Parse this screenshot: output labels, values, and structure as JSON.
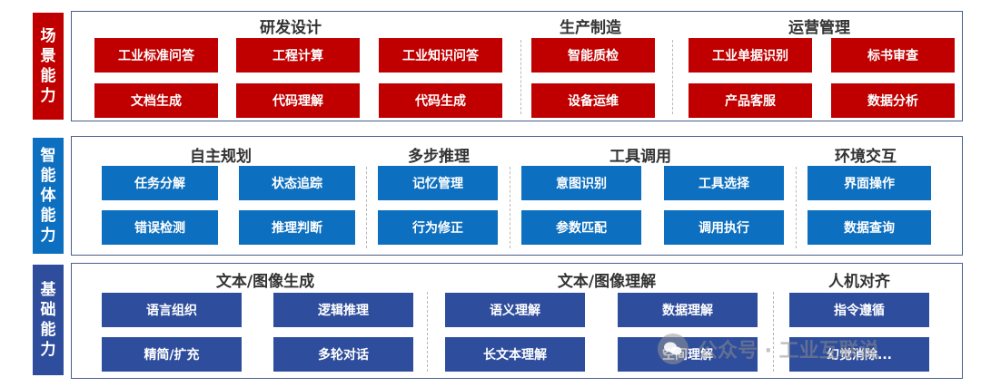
{
  "rows": [
    {
      "side_label": [
        "场",
        "景",
        "能",
        "力"
      ],
      "sections": [
        {
          "title": "研发设计",
          "buttons": [
            "工业标准问答",
            "工程计算",
            "工业知识问答",
            "文档生成",
            "代码理解",
            "代码生成"
          ]
        },
        {
          "title": "生产制造",
          "buttons": [
            "智能质检",
            "设备运维"
          ]
        },
        {
          "title": "运营管理",
          "buttons": [
            "工业单据识别",
            "标书审查",
            "产品客服",
            "数据分析"
          ]
        }
      ]
    },
    {
      "side_label": [
        "智",
        "能",
        "体",
        "能",
        "力"
      ],
      "sections": [
        {
          "title": "自主规划",
          "buttons": [
            "任务分解",
            "状态追踪",
            "错误检测",
            "推理判断"
          ]
        },
        {
          "title": "多步推理",
          "buttons": [
            "记忆管理",
            "行为修正"
          ]
        },
        {
          "title": "工具调用",
          "buttons": [
            "意图识别",
            "工具选择",
            "参数匹配",
            "调用执行"
          ]
        },
        {
          "title": "环境交互",
          "buttons": [
            "界面操作",
            "数据查询"
          ]
        }
      ]
    },
    {
      "side_label": [
        "基",
        "础",
        "能",
        "力"
      ],
      "sections": [
        {
          "title": "文本/图像生成",
          "buttons": [
            "语言组织",
            "逻辑推理",
            "精简/扩充",
            "多轮对话"
          ]
        },
        {
          "title": "文本/图像理解",
          "buttons": [
            "语义理解",
            "数据理解",
            "长文本理解",
            "空间理解"
          ]
        },
        {
          "title": "人机对齐",
          "buttons": [
            "指令遵循",
            "幻觉消除..."
          ]
        }
      ]
    }
  ],
  "watermark": {
    "text": "公众号 · 工业互联说",
    "icon": "wechat-icon"
  },
  "colors": {
    "scene": "#c00000",
    "agent": "#0d6fbf",
    "base": "#2e4d9c"
  }
}
